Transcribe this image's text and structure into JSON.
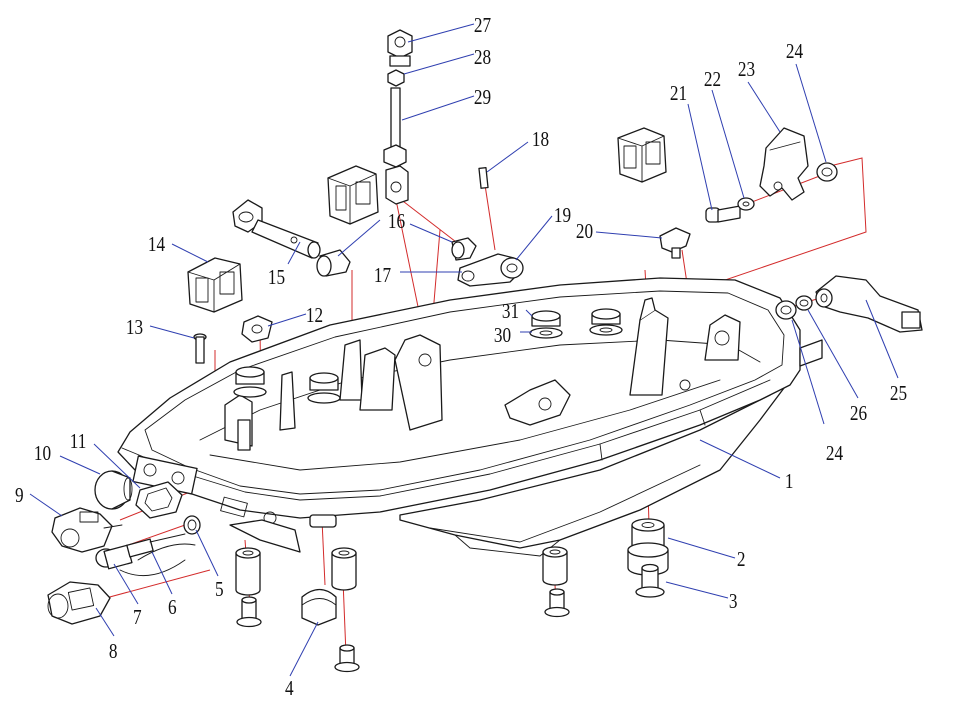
{
  "colors": {
    "outline": "#1a1a1a",
    "leader_line": "#2f3fb0",
    "assembly_axis": "#d32b2b",
    "background": "#ffffff"
  },
  "callouts": {
    "c1": "1",
    "c2": "2",
    "c3": "3",
    "c4": "4",
    "c5": "5",
    "c6": "6",
    "c7": "7",
    "c8": "8",
    "c9": "9",
    "c10": "10",
    "c11": "11",
    "c12": "12",
    "c13": "13",
    "c14": "14",
    "c15": "15",
    "c16": "16",
    "c17": "17",
    "c18": "18",
    "c19": "19",
    "c20": "20",
    "c21": "21",
    "c22": "22",
    "c23": "23",
    "c24a": "24",
    "c24b": "24",
    "c25": "25",
    "c26": "26",
    "c27": "27",
    "c28": "28",
    "c29": "29",
    "c30": "30",
    "c31": "31"
  }
}
